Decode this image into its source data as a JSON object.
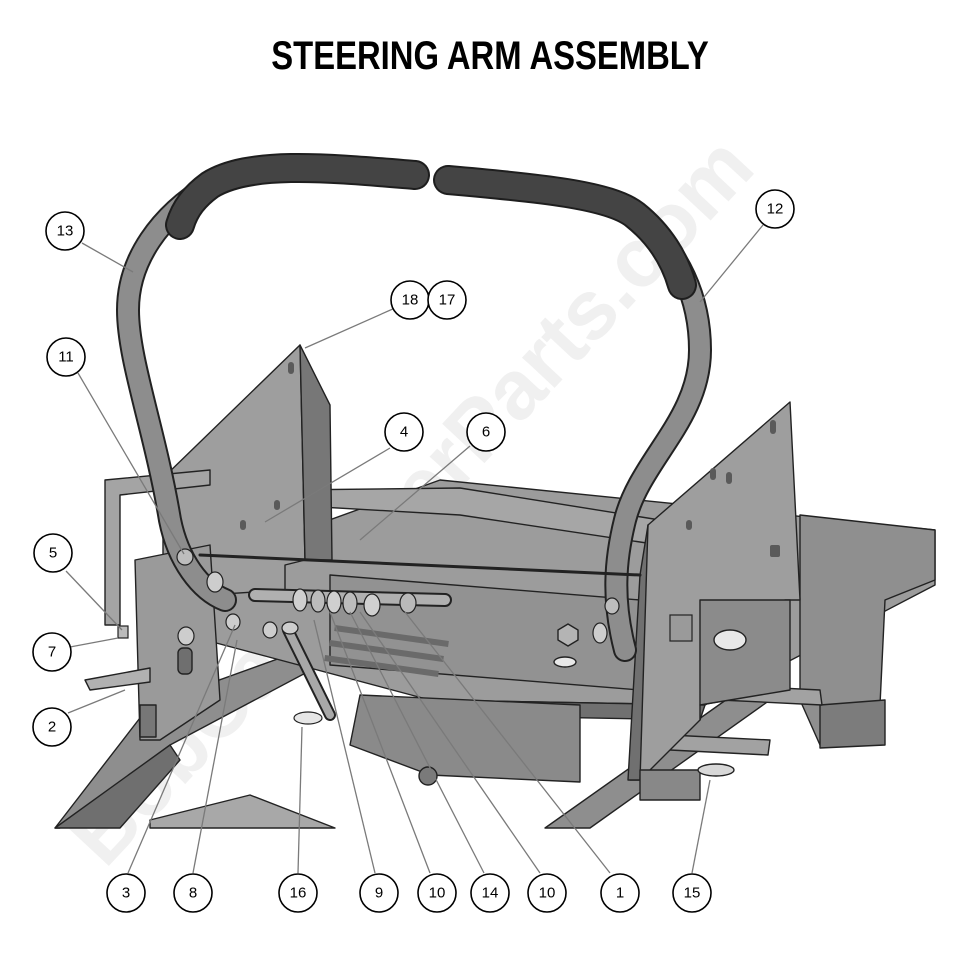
{
  "title": "STEERING ARM ASSEMBLY",
  "watermark": "BobCatPowerParts.com",
  "colors": {
    "frame": "#9a9a9a",
    "frame_dark": "#6f6f6f",
    "frame_light": "#b8b8b8",
    "grip": "#3f3f3f",
    "tube": "#8c8c8c",
    "outline": "#222222",
    "leader": "#7a7a7a"
  },
  "callouts": [
    {
      "id": "callout-13",
      "label": "13"
    },
    {
      "id": "callout-12",
      "label": "12"
    },
    {
      "id": "callout-18",
      "label": "18"
    },
    {
      "id": "callout-17",
      "label": "17"
    },
    {
      "id": "callout-11",
      "label": "11"
    },
    {
      "id": "callout-4",
      "label": "4"
    },
    {
      "id": "callout-6",
      "label": "6"
    },
    {
      "id": "callout-5",
      "label": "5"
    },
    {
      "id": "callout-7",
      "label": "7"
    },
    {
      "id": "callout-2",
      "label": "2"
    },
    {
      "id": "callout-3",
      "label": "3"
    },
    {
      "id": "callout-8",
      "label": "8"
    },
    {
      "id": "callout-16",
      "label": "16"
    },
    {
      "id": "callout-9",
      "label": "9"
    },
    {
      "id": "callout-10a",
      "label": "10"
    },
    {
      "id": "callout-14",
      "label": "14"
    },
    {
      "id": "callout-10b",
      "label": "10"
    },
    {
      "id": "callout-1",
      "label": "1"
    },
    {
      "id": "callout-15",
      "label": "15"
    }
  ]
}
